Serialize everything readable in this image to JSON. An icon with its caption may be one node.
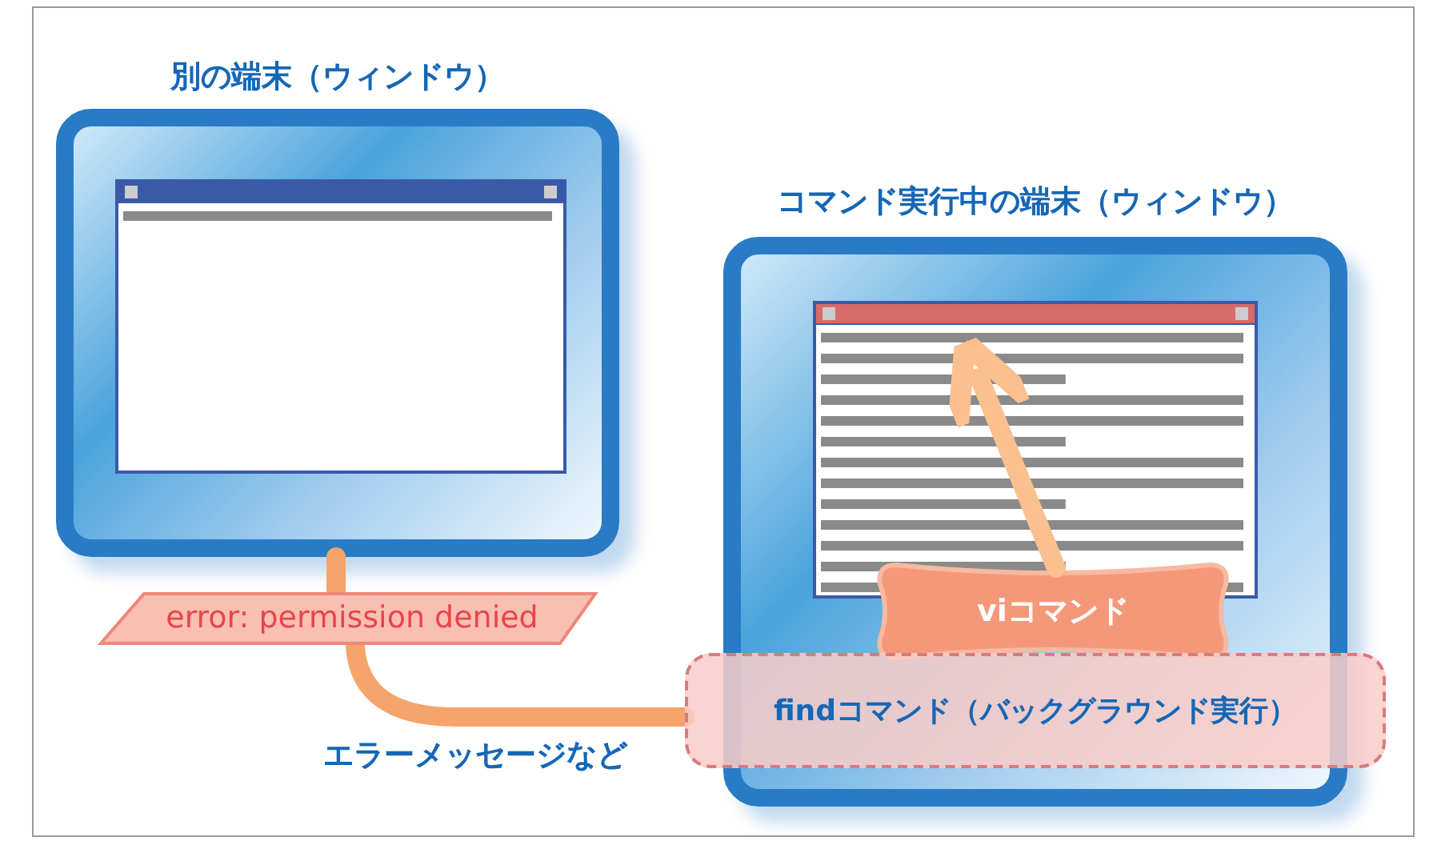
{
  "diagram": {
    "nodes": [
      {
        "text": [
          "別の端末（ウィンドウ）"
        ]
      },
      {
        "text": [
          "error: permission denied"
        ]
      },
      {
        "text": [
          "コマンド実行中の端末（ウィンドウ）"
        ]
      },
      {
        "text": [],
        "shape": "picture",
        "in": 2
      },
      {
        "text": [
          "viコマンド"
        ],
        "in": 2
      },
      {
        "text": [
          "findコマンド（バックグラウンド実行）"
        ]
      }
    ],
    "edges": [
      {
        "from": 0,
        "to": 1,
        "arrow": "none"
      },
      {
        "from": 5,
        "to": 1,
        "arrow": "none",
        "label": "エラーメッセージなど"
      },
      {
        "from": 4,
        "to": 3,
        "arrow": "to",
        "color": "#fbc08f"
      }
    ]
  }
}
